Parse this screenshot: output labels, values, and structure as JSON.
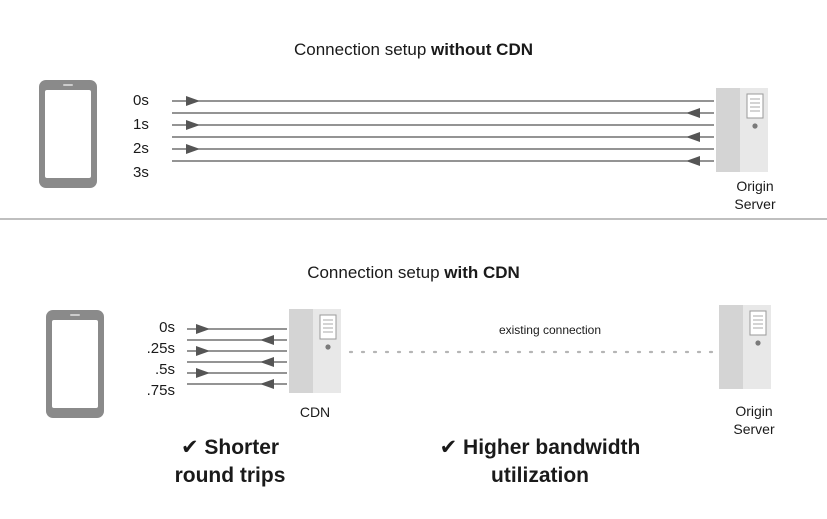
{
  "top_section": {
    "title_prefix": "Connection setup ",
    "title_bold": "without CDN",
    "time_labels": [
      "0s",
      "1s",
      "2s",
      "3s"
    ],
    "server_label_line1": "Origin",
    "server_label_line2": "Server"
  },
  "bottom_section": {
    "title_prefix": "Connection setup ",
    "title_bold": "with CDN",
    "time_labels": [
      "0s",
      ".25s",
      ".5s",
      ".75s"
    ],
    "cdn_label": "CDN",
    "existing_connection_label": "existing connection",
    "server_label_line1": "Origin",
    "server_label_line2": "Server",
    "benefit_1_line1": "✔ Shorter",
    "benefit_1_line2": "round trips",
    "benefit_2_line1": "✔ Higher bandwidth",
    "benefit_2_line2": "utilization"
  },
  "colors": {
    "device": "#8a8a8a",
    "line": "#555555",
    "server_face": "#e6e6e6",
    "divider": "#999999"
  }
}
